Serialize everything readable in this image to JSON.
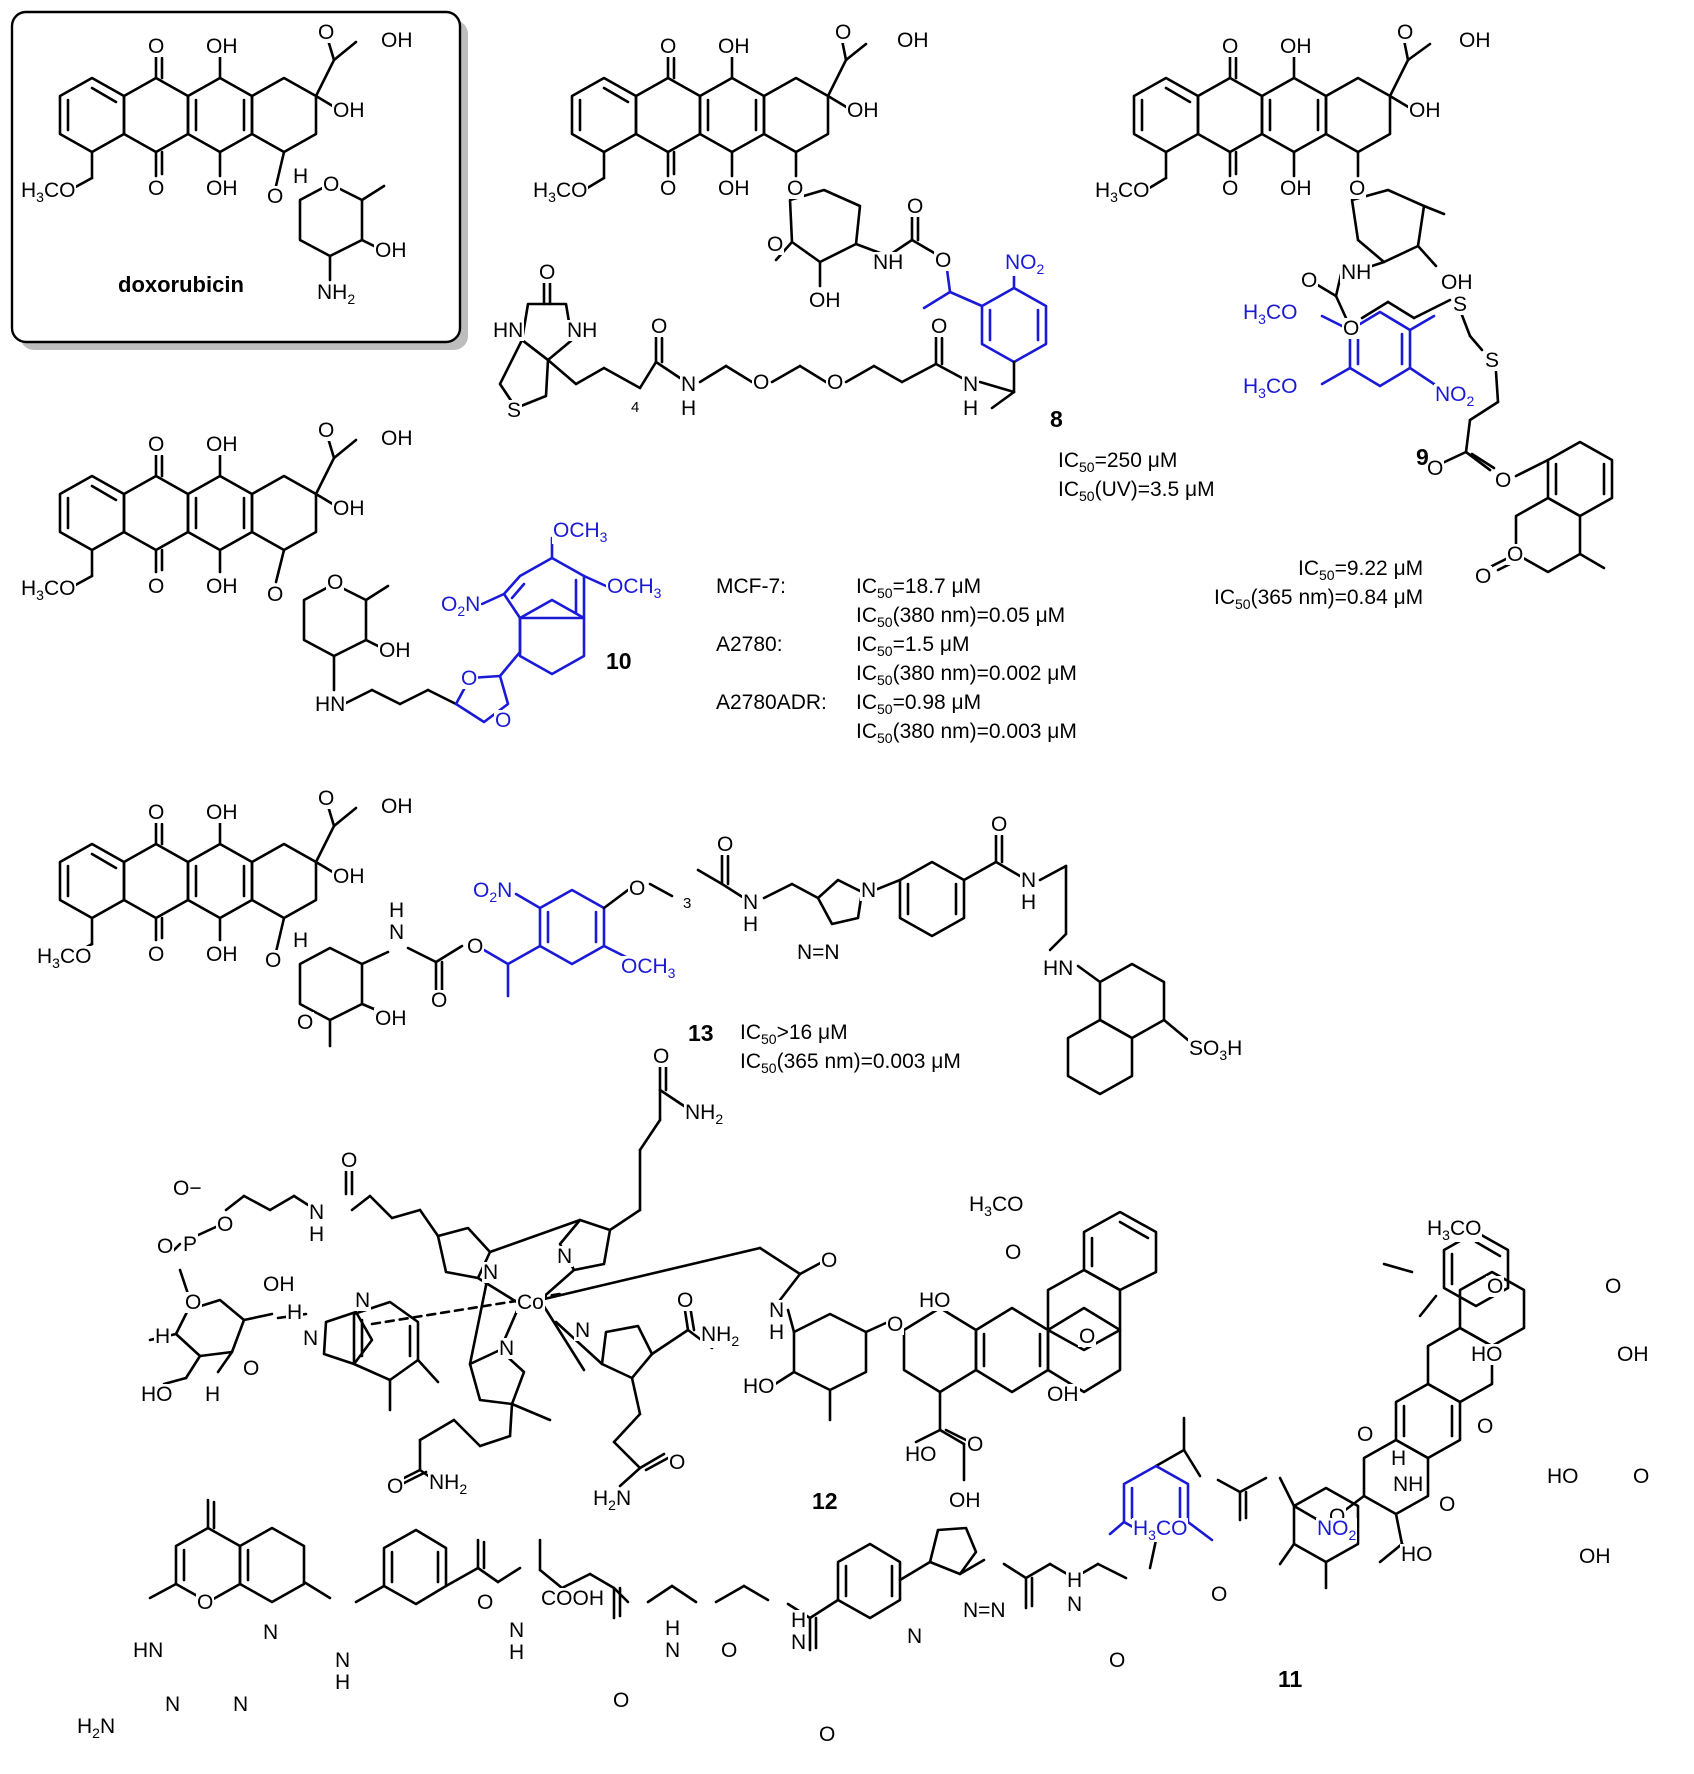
{
  "doxorubicin": {
    "name": "doxorubicin",
    "atoms": {
      "o1": "O",
      "oh1": "OH",
      "o2": "O",
      "oh_top": "OH",
      "oh2": "OH",
      "h3co": "H3CO",
      "o3": "O",
      "oh3": "OH",
      "h": "H",
      "o_link": "O",
      "o_ring": "O",
      "oh4": "OH",
      "nh2": "NH2"
    }
  },
  "compounds": [
    {
      "id": "8",
      "label": "8",
      "ic50": [
        "IC50=250 μM",
        "IC50(UV)=3.5 μM"
      ]
    },
    {
      "id": "9",
      "label": "9",
      "ic50": [
        "IC50=9.22 μM",
        "IC50(365 nm)=0.84 μM"
      ]
    },
    {
      "id": "10",
      "label": "10"
    },
    {
      "id": "13",
      "label": "13",
      "ic50": [
        "IC50>16 μM",
        "IC50(365 nm)=0.003 μM"
      ]
    },
    {
      "id": "12",
      "label": "12"
    },
    {
      "id": "11",
      "label": "11"
    }
  ],
  "cell_lines_10": [
    {
      "line": "MCF-7:",
      "dark": "IC50=18.7 μM",
      "light": "IC50(380 nm)=0.05 μM"
    },
    {
      "line": "A2780:",
      "dark": "IC50=1.5 μM",
      "light": "IC50(380 nm)=0.002 μM"
    },
    {
      "line": "A2780ADR:",
      "dark": "IC50=0.98 μM",
      "light": "IC50(380 nm)=0.003 μM"
    }
  ],
  "labels": {
    "nh": "NH",
    "hn": "HN",
    "n": "N",
    "h": "H",
    "o": "O",
    "s": "S",
    "oh": "OH",
    "ho": "HO",
    "no2": "NO2",
    "o2n": "O2N",
    "h3co": "H3CO",
    "och3": "OCH3",
    "nh2": "NH2",
    "h2n": "H2N",
    "so3h": "SO3H",
    "cooh": "COOH",
    "co": "Co",
    "p": "P",
    "o_minus": "O−",
    "four": "4",
    "three": "3"
  },
  "colors": {
    "photocage": "#1a1ad6",
    "bond": "#000000",
    "box_shadow": "#bdbdbd"
  }
}
